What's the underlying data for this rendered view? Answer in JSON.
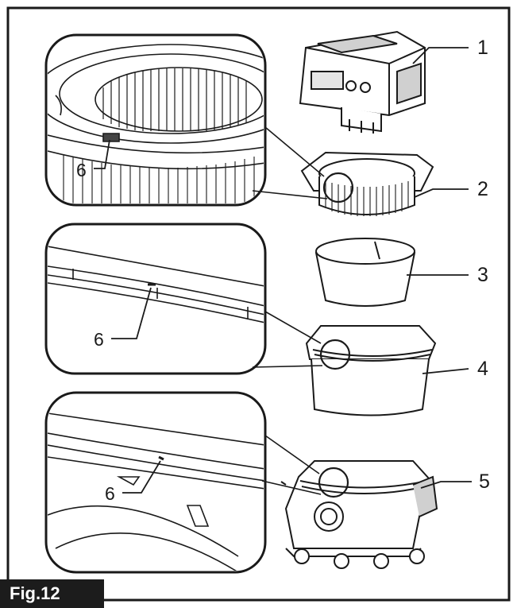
{
  "figure": {
    "label": "Fig.12",
    "callouts": [
      "1",
      "2",
      "3",
      "4",
      "5"
    ],
    "detail_ref": "6",
    "parts": [
      {
        "number": "1",
        "icon": "motor-head-icon"
      },
      {
        "number": "2",
        "icon": "cartridge-filter-icon"
      },
      {
        "number": "3",
        "icon": "filter-sleeve-icon"
      },
      {
        "number": "4",
        "icon": "dust-bag-icon"
      },
      {
        "number": "5",
        "icon": "tank-icon"
      }
    ],
    "colors": {
      "line": "#1a1a1a",
      "fill": "#ffffff",
      "shade": "#d0d0d0",
      "label_bg": "#1c1c1c"
    }
  }
}
